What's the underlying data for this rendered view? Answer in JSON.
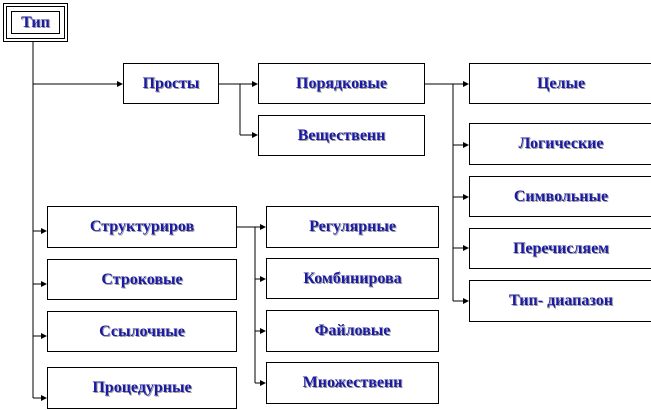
{
  "root": {
    "label": "Тип"
  },
  "simple": {
    "label": "Просты",
    "ordinal": {
      "label": "Порядковые"
    },
    "real": {
      "label": "Вещественн"
    },
    "ordinal_types": [
      "Целые",
      "Логические",
      "Символьные",
      "Перечисляем",
      "Тип- диапазон"
    ]
  },
  "structured": {
    "label": "Структуриров",
    "subtypes": [
      "Регулярные",
      "Комбинирова",
      "Файловые",
      "Множественн"
    ]
  },
  "other_types": [
    "Строковые",
    "Ссылочные",
    "Процедурные"
  ],
  "colors": {
    "text": "#1a1aa6",
    "line": "#000000",
    "shadow": "#9a9a9a"
  }
}
